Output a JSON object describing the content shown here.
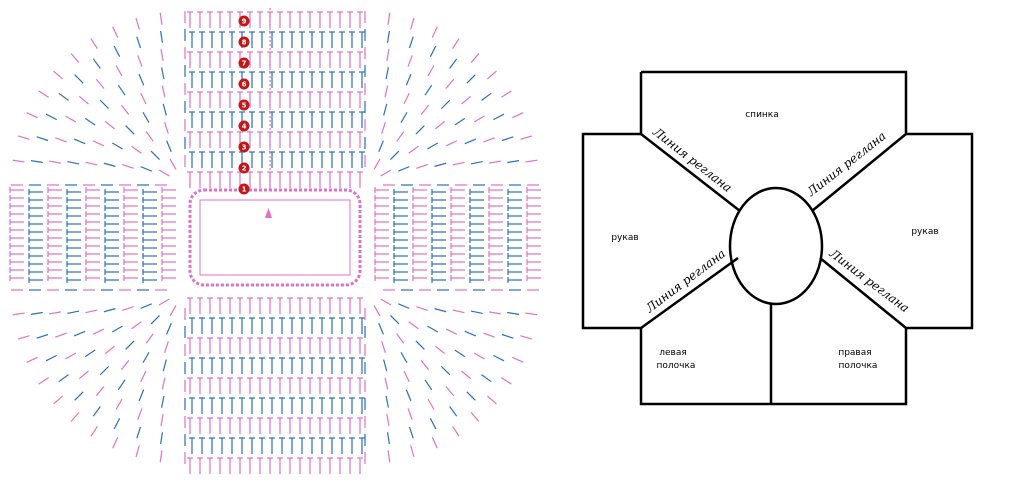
{
  "chart_pattern": {
    "row_numbers": [
      "1",
      "2",
      "3",
      "4",
      "5",
      "6",
      "7",
      "8",
      "9"
    ],
    "colors": {
      "pink": "#e070c8",
      "blue": "#2a6fc0",
      "marker": "#c01818"
    }
  },
  "schematic": {
    "back": "спинка",
    "sleeve_left": "рукав",
    "sleeve_right": "рукав",
    "front_left": [
      "левая",
      "полочка"
    ],
    "front_right": [
      "правая",
      "полочка"
    ],
    "raglan_line": "Линия реглана"
  }
}
